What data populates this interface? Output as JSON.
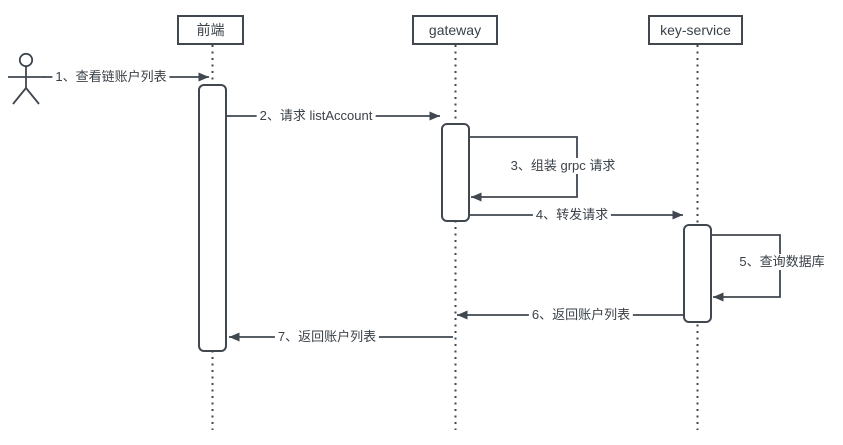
{
  "colors": {
    "stroke": "#40474f",
    "text": "#3a4148",
    "background": "#ffffff"
  },
  "sequence": {
    "actor": {
      "type": "stick-figure"
    },
    "participants": [
      {
        "id": "frontend",
        "label": "前端"
      },
      {
        "id": "gateway",
        "label": "gateway"
      },
      {
        "id": "key-service",
        "label": "key-service"
      }
    ],
    "messages": [
      {
        "num": 1,
        "label": "1、查看链账户列表",
        "from": "actor",
        "to": "frontend",
        "kind": "solid"
      },
      {
        "num": 2,
        "label": "2、请求 listAccount",
        "from": "frontend",
        "to": "gateway",
        "kind": "solid"
      },
      {
        "num": 3,
        "label": "3、组装 grpc 请求",
        "from": "gateway",
        "to": "gateway",
        "kind": "self"
      },
      {
        "num": 4,
        "label": "4、转发请求",
        "from": "gateway",
        "to": "key-service",
        "kind": "solid"
      },
      {
        "num": 5,
        "label": "5、查询数据库",
        "from": "key-service",
        "to": "key-service",
        "kind": "self"
      },
      {
        "num": 6,
        "label": "6、返回账户列表",
        "from": "key-service",
        "to": "gateway",
        "kind": "solid"
      },
      {
        "num": 7,
        "label": "7、返回账户列表",
        "from": "gateway",
        "to": "frontend",
        "kind": "solid"
      }
    ]
  }
}
